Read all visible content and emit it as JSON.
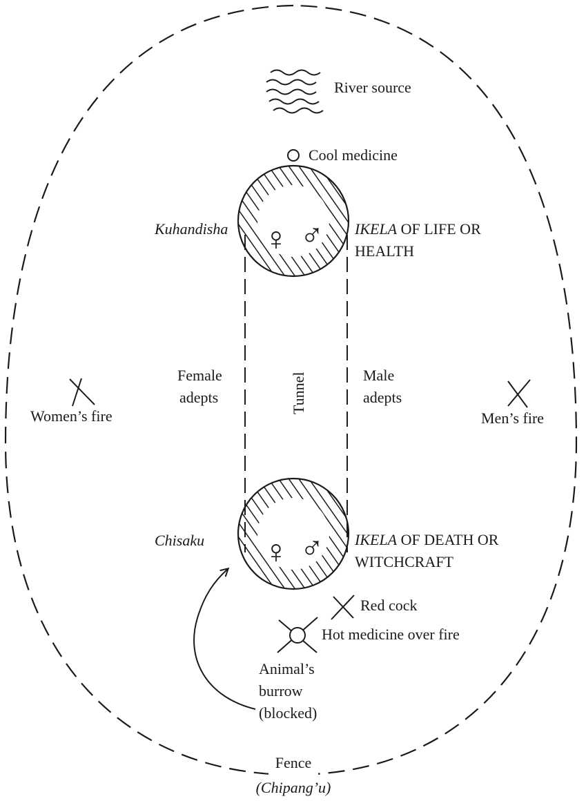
{
  "labels": {
    "river_source": "River source",
    "cool_medicine": "Cool medicine",
    "kuhandisha": "Kuhandisha",
    "ikela_life_em": "IKELA",
    "ikela_life_line1_rest": " OF LIFE OR",
    "ikela_life_line2": "HEALTH",
    "female_adepts_1": "Female",
    "female_adepts_2": "adepts",
    "tunnel": "Tunnel",
    "male_adepts_1": "Male",
    "male_adepts_2": "adepts",
    "womens_fire": "Women’s fire",
    "mens_fire": "Men’s fire",
    "chisaku": "Chisaku",
    "ikela_death_em": "IKELA",
    "ikela_death_line1_rest": " OF DEATH OR",
    "ikela_death_line2": "WITCHCRAFT",
    "red_cock": "Red cock",
    "hot_medicine": "Hot medicine over fire",
    "burrow_1": "Animal’s",
    "burrow_2": "burrow",
    "burrow_3": "(blocked)",
    "fence": "Fence",
    "chipangu": "(Chipang’u)"
  },
  "symbols": {
    "female": "♀",
    "male": "♂"
  }
}
